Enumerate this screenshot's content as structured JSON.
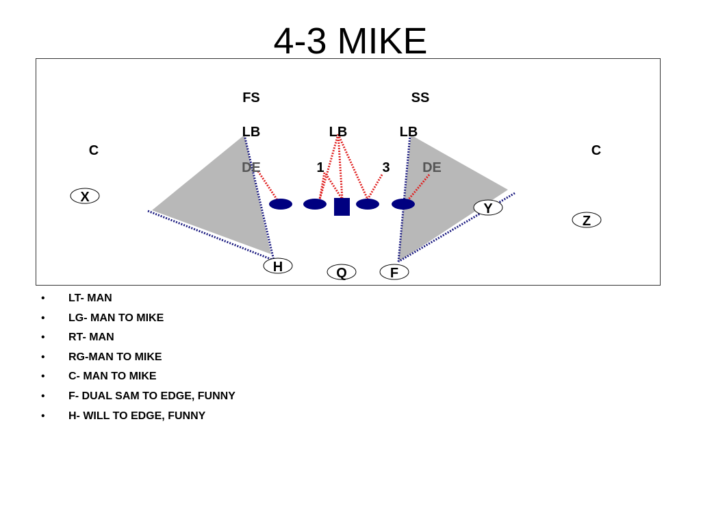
{
  "title": "4-3 MIKE",
  "defense": {
    "fs": "FS",
    "ss": "SS",
    "lb_left": "LB",
    "lb_mid": "LB",
    "lb_right": "LB",
    "c_left": "C",
    "c_right": "C",
    "de_left": "DE",
    "de_right": "DE",
    "tech_1": "1",
    "tech_3": "3"
  },
  "offense": {
    "x": "X",
    "y": "Y",
    "z": "Z",
    "h": "H",
    "q": "Q",
    "f": "F"
  },
  "colors": {
    "lineman_fill": "#000080",
    "assignment_line": "#e02020",
    "edge_line": "#1a1a80",
    "zone_fill": "#b8b8b8",
    "de_text": "#555555"
  },
  "assignments": [
    "LT- MAN",
    "LG- MAN TO MIKE",
    "RT- MAN",
    "RG-MAN TO MIKE",
    "C- MAN TO MIKE",
    "F- DUAL SAM TO EDGE, FUNNY",
    "H- WILL TO EDGE, FUNNY"
  ]
}
